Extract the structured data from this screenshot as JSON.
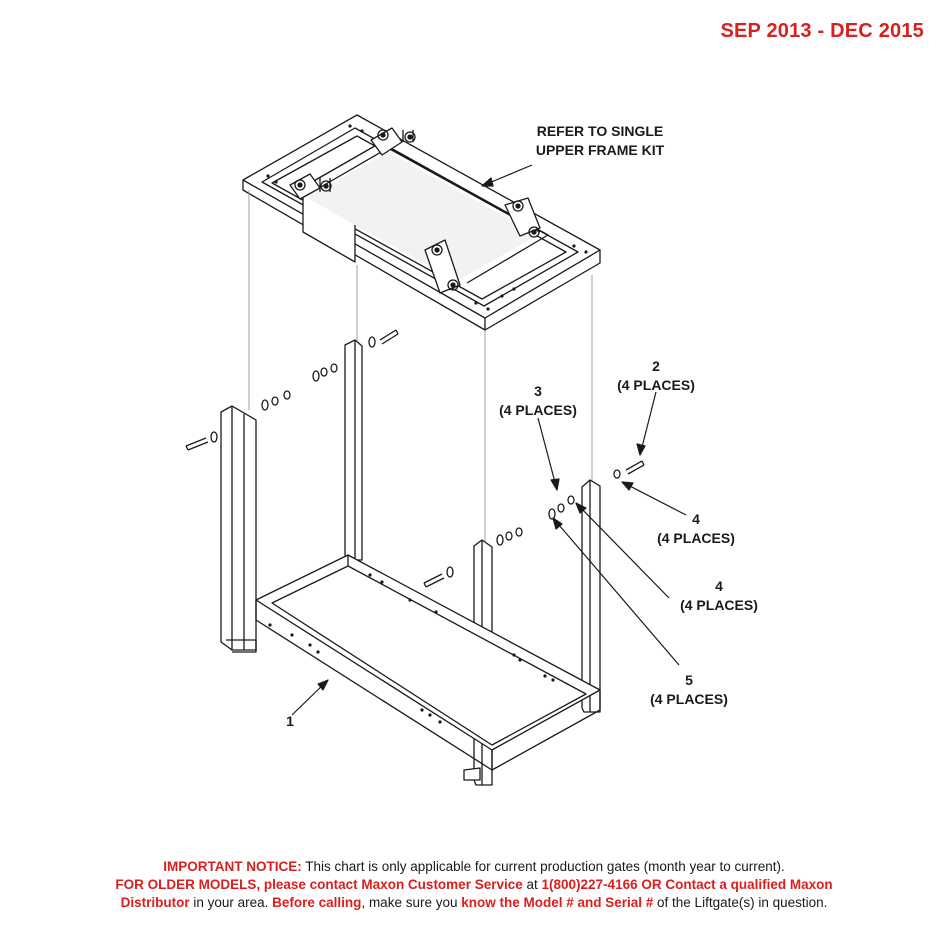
{
  "date_range": "SEP 2013 - DEC 2015",
  "callouts": {
    "upper_frame": {
      "line1": "REFER TO SINGLE",
      "line2": "UPPER FRAME KIT"
    },
    "part2": {
      "number": "2",
      "qty": "(4 PLACES)"
    },
    "part3": {
      "number": "3",
      "qty": "(4 PLACES)"
    },
    "part4a": {
      "number": "4",
      "qty": "(4 PLACES)"
    },
    "part4b": {
      "number": "4",
      "qty": "(4 PLACES)"
    },
    "part5": {
      "number": "5",
      "qty": "(4 PLACES)"
    },
    "part1": {
      "number": "1"
    }
  },
  "notice": {
    "l1_bold": "IMPORTANT NOTICE:",
    "l1_text": " This chart is only applicable for current production gates (month year to current).",
    "l2_bold1": "FOR OLDER MODELS, please contact Maxon Customer Service",
    "l2_text1": " at ",
    "l2_bold2": "1(800)227-4166 OR Contact a qualified Maxon",
    "l3_bold1": "Distributor",
    "l3_text1": " in your area. ",
    "l3_bold2": "Before calling",
    "l3_text2": ", make sure you ",
    "l3_bold3": "know the Model # and Serial #",
    "l3_text3": " of the Liftgate(s) in question."
  },
  "colors": {
    "accent": "#d9201f",
    "line": "#1a1a1a"
  }
}
